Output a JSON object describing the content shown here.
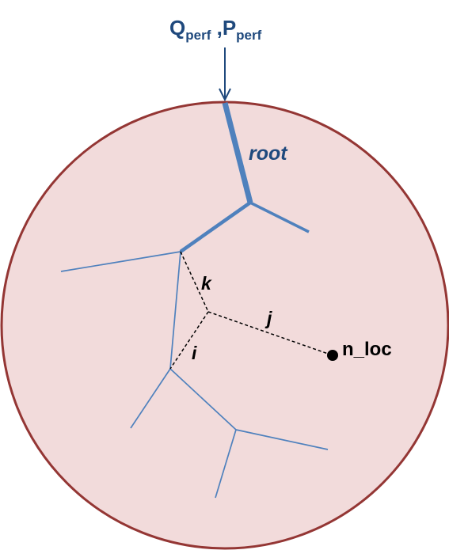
{
  "inflow_label": {
    "q_main": "Q",
    "q_sub": "perf",
    "separator": " ,",
    "p_main": "P",
    "p_sub": "perf"
  },
  "root_label": "root",
  "segment_labels": {
    "k": "k",
    "j": "j",
    "i": "i"
  },
  "new_location_label": "n_loc",
  "colors": {
    "domain_fill": "#f2dbdb",
    "domain_border": "#943634",
    "vessel": "#4f81bd",
    "inflow_text": "#1f497d",
    "connection_line": "#000000"
  }
}
